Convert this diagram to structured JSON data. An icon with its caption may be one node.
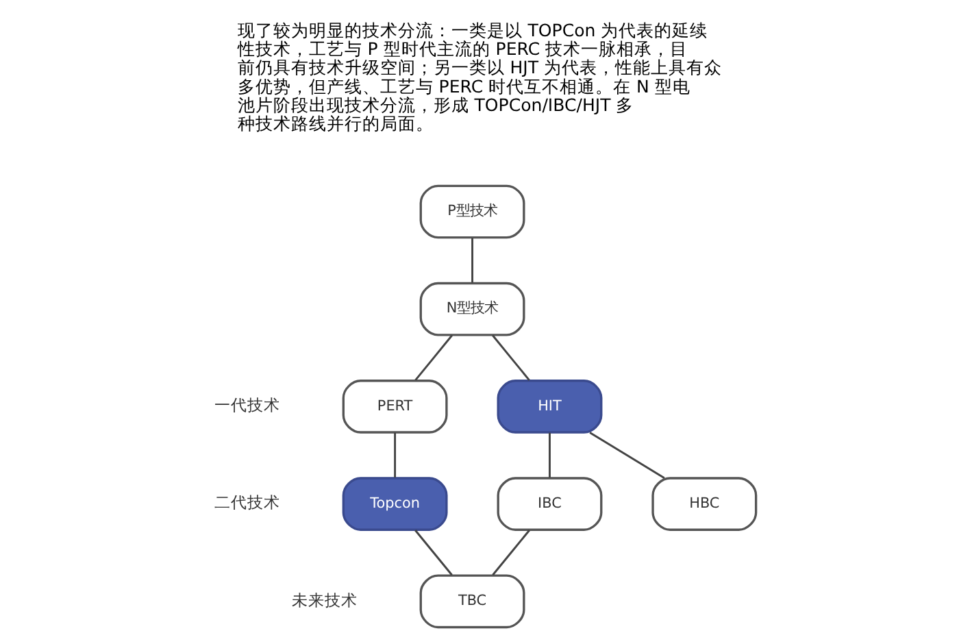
{
  "diagram": {
    "nodes": [
      {
        "text": [
          "P型技术"
        ]
      },
      {
        "text": [
          "N型技术"
        ]
      },
      {
        "text": [
          "PERT"
        ]
      },
      {
        "text": [
          "HIT"
        ]
      },
      {
        "text": [
          "IBC"
        ]
      },
      {
        "text": [
          "HBC"
        ]
      },
      {
        "text": [
          "Topcon"
        ]
      },
      {
        "text": [
          "TBC"
        ]
      }
    ],
    "edges": [
      {
        "from": 0,
        "to": 1,
        "arrow": "none"
      },
      {
        "from": 1,
        "to": 2,
        "arrow": "none"
      },
      {
        "from": 1,
        "to": 3,
        "arrow": "none"
      },
      {
        "from": 2,
        "to": 6,
        "arrow": "none"
      },
      {
        "from": 3,
        "to": 4,
        "arrow": "none"
      },
      {
        "from": 3,
        "to": 5,
        "arrow": "none"
      },
      {
        "from": 6,
        "to": 7,
        "arrow": "none"
      },
      {
        "from": 4,
        "to": 7,
        "arrow": "none"
      }
    ],
    "labels": [
      "现了较为明显的技术分流：一类是以 TOPCon 为代表的延续性技术，工艺与 P 型时代主流的 PERC 技术一脉相承，目前仍具有技术升级空间；另一类以 HJT 为代表，性能上具有众多优势，但产线、工艺与 PERC 时代互不相通。在 N 型电池片阶段出现技术分流，形成 TOPCon/IBC/HJT 多种技术路线并行的局面。",
      "一代技术",
      "二代技术",
      "未来技术"
    ]
  }
}
